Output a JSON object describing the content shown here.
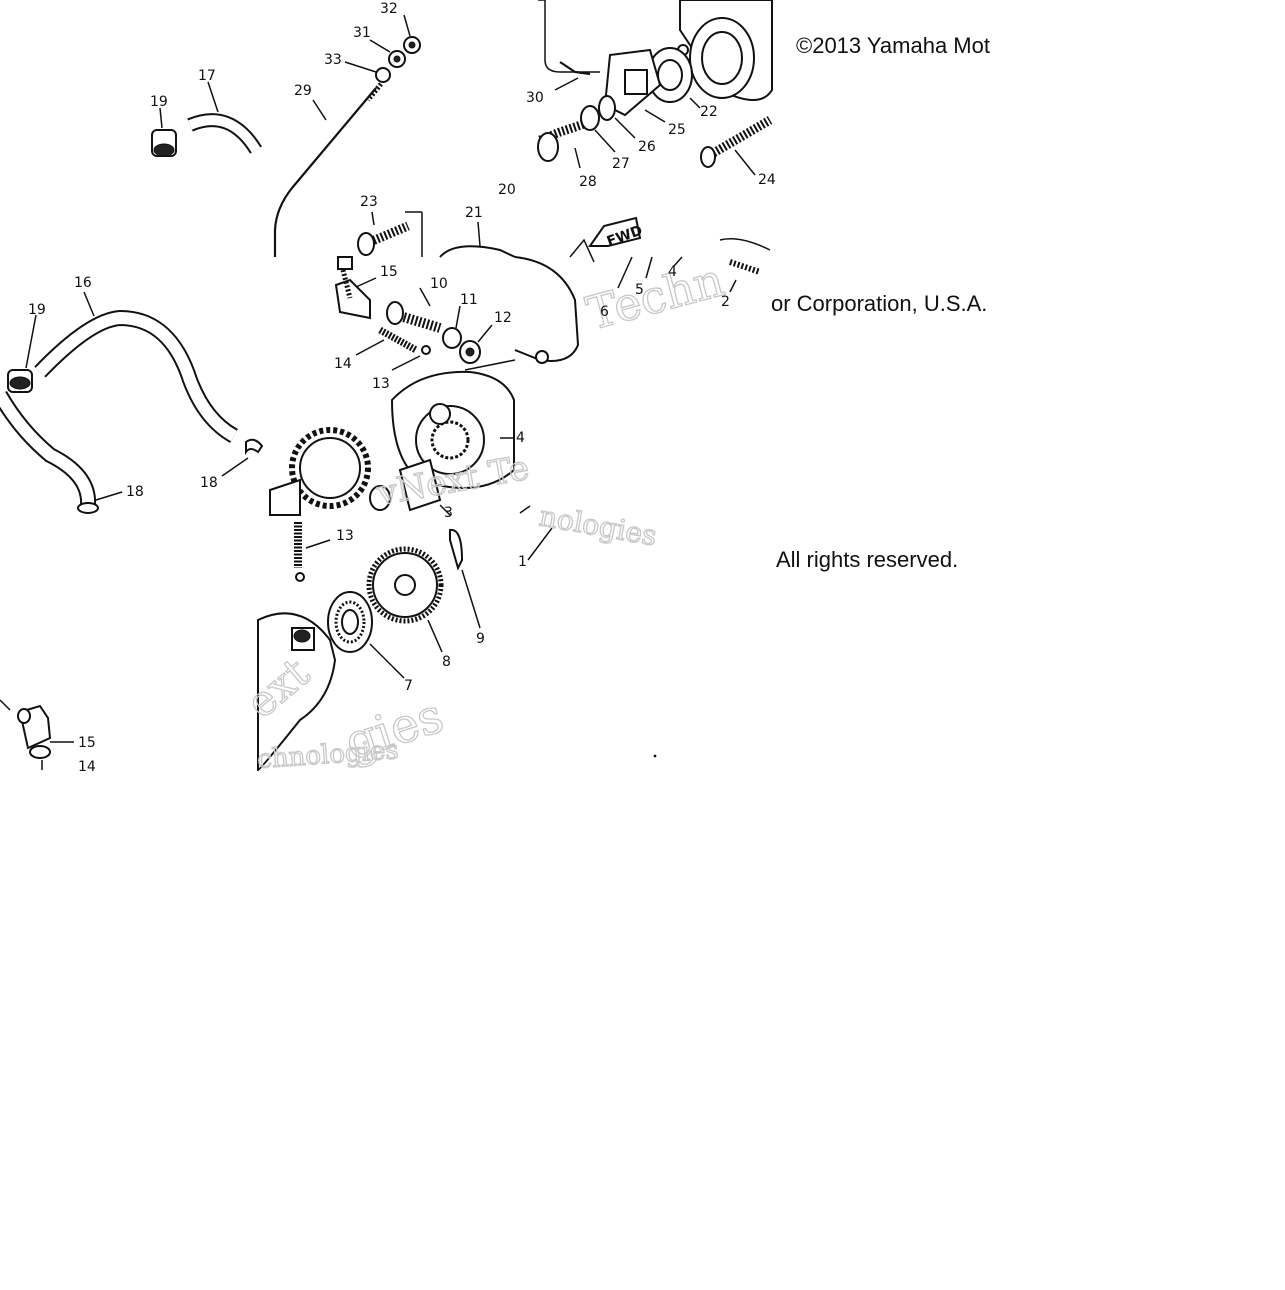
{
  "copyright": {
    "line1": "©2013 Yamaha Mot",
    "line2": "or Corporation, U.S.A.",
    "line3": "All rights reserved."
  },
  "watermarks": [
    {
      "text": "Techn"
    },
    {
      "text": "vNext Te"
    },
    {
      "text": "nologies"
    },
    {
      "text": "ext"
    },
    {
      "text": "gies"
    },
    {
      "text": "chnologies"
    }
  ],
  "fwd_label": "FWD",
  "callouts": [
    {
      "id": "32",
      "text": "32"
    },
    {
      "id": "31",
      "text": "31"
    },
    {
      "id": "33",
      "text": "33"
    },
    {
      "id": "17",
      "text": "17"
    },
    {
      "id": "19a",
      "text": "19"
    },
    {
      "id": "29",
      "text": "29"
    },
    {
      "id": "30",
      "text": "30"
    },
    {
      "id": "25",
      "text": "25"
    },
    {
      "id": "22",
      "text": "22"
    },
    {
      "id": "26",
      "text": "26"
    },
    {
      "id": "27",
      "text": "27"
    },
    {
      "id": "28",
      "text": "28"
    },
    {
      "id": "24",
      "text": "24"
    },
    {
      "id": "20",
      "text": "20"
    },
    {
      "id": "23",
      "text": "23"
    },
    {
      "id": "21",
      "text": "21"
    },
    {
      "id": "16",
      "text": "16"
    },
    {
      "id": "19b",
      "text": "19"
    },
    {
      "id": "15a",
      "text": "15"
    },
    {
      "id": "10",
      "text": "10"
    },
    {
      "id": "11",
      "text": "11"
    },
    {
      "id": "12",
      "text": "12"
    },
    {
      "id": "14a",
      "text": "14"
    },
    {
      "id": "13a",
      "text": "13"
    },
    {
      "id": "18a",
      "text": "18"
    },
    {
      "id": "18b",
      "text": "18"
    },
    {
      "id": "4a",
      "text": "4"
    },
    {
      "id": "4b",
      "text": "4"
    },
    {
      "id": "5",
      "text": "5"
    },
    {
      "id": "6",
      "text": "6"
    },
    {
      "id": "2",
      "text": "2"
    },
    {
      "id": "3",
      "text": "3"
    },
    {
      "id": "1",
      "text": "1"
    },
    {
      "id": "13b",
      "text": "13"
    },
    {
      "id": "9",
      "text": "9"
    },
    {
      "id": "8",
      "text": "8"
    },
    {
      "id": "7",
      "text": "7"
    },
    {
      "id": "15b",
      "text": "15"
    },
    {
      "id": "14b",
      "text": "14"
    }
  ]
}
